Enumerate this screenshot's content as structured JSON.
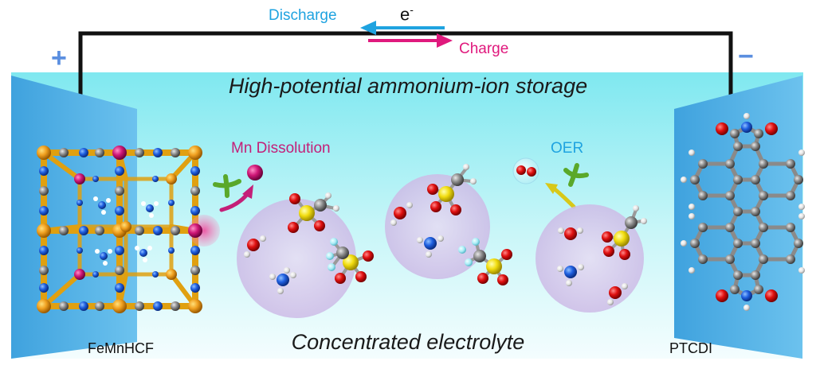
{
  "title": "High-potential ammonium-ion storage",
  "electrolyte_label": "Concentrated electrolyte",
  "electron_label": "e",
  "electron_sign": "-",
  "discharge_label": "Discharge",
  "charge_label": "Charge",
  "positive_sign": "+",
  "negative_sign": "−",
  "mn_dissolution_label": "Mn Dissolution",
  "oer_label": "OER",
  "cathode_label": "FeMnHCF",
  "anode_label": "PTCDI",
  "colors": {
    "discharge": "#1fa3e0",
    "charge": "#e0197d",
    "mn_atom": "#c4126e",
    "electrolyte": "#9ef0f4",
    "electrode": "#4aaee6"
  },
  "icons": {
    "blocked_process": "green-x-icon",
    "mn_ion": "mn-ion-sphere",
    "oxygen_molecule": "o2-molecule"
  }
}
